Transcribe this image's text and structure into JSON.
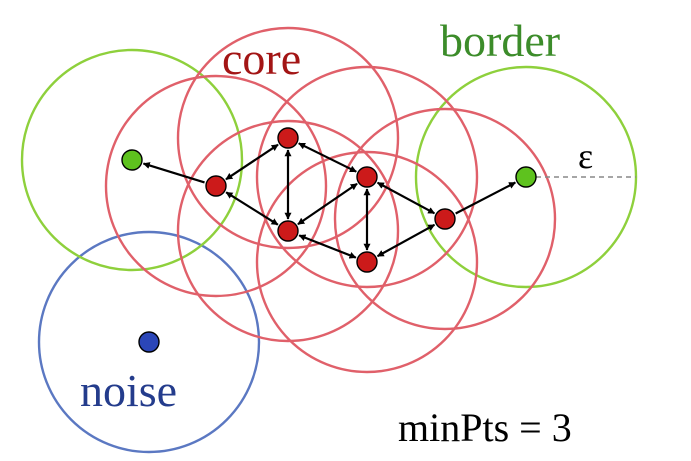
{
  "labels": {
    "core": "core",
    "border": "border",
    "noise": "noise",
    "epsilon": "ε",
    "min_pts": "minPts = 3"
  },
  "colors": {
    "core_circle": "#e0606a",
    "core_point": "#cc1a1a",
    "core_label": "#a31515",
    "border_circle": "#8ed03c",
    "border_point": "#5ec21e",
    "border_label": "#3c8c2a",
    "noise_circle": "#5b78c2",
    "noise_point": "#2b46b8",
    "noise_label": "#243c8c",
    "arrow": "#000000",
    "epsilon_line": "#888888",
    "text": "#000000"
  },
  "graph": {
    "min_pts": 3,
    "points": [
      {
        "id": "c1",
        "type": "core"
      },
      {
        "id": "c2",
        "type": "core"
      },
      {
        "id": "c3",
        "type": "core"
      },
      {
        "id": "c4",
        "type": "core"
      },
      {
        "id": "c5",
        "type": "core"
      },
      {
        "id": "c6",
        "type": "core"
      },
      {
        "id": "b1",
        "type": "border"
      },
      {
        "id": "b2",
        "type": "border"
      },
      {
        "id": "n1",
        "type": "noise"
      }
    ],
    "links": [
      {
        "from": "c1",
        "to": "b1",
        "bidirectional": false
      },
      {
        "from": "c1",
        "to": "c2",
        "bidirectional": true
      },
      {
        "from": "c1",
        "to": "c3",
        "bidirectional": true
      },
      {
        "from": "c2",
        "to": "c3",
        "bidirectional": true
      },
      {
        "from": "c2",
        "to": "c4",
        "bidirectional": true
      },
      {
        "from": "c3",
        "to": "c4",
        "bidirectional": true
      },
      {
        "from": "c3",
        "to": "c6",
        "bidirectional": true
      },
      {
        "from": "c4",
        "to": "c6",
        "bidirectional": true
      },
      {
        "from": "c4",
        "to": "c5",
        "bidirectional": true
      },
      {
        "from": "c6",
        "to": "c5",
        "bidirectional": true
      },
      {
        "from": "c5",
        "to": "b2",
        "bidirectional": false
      }
    ]
  }
}
